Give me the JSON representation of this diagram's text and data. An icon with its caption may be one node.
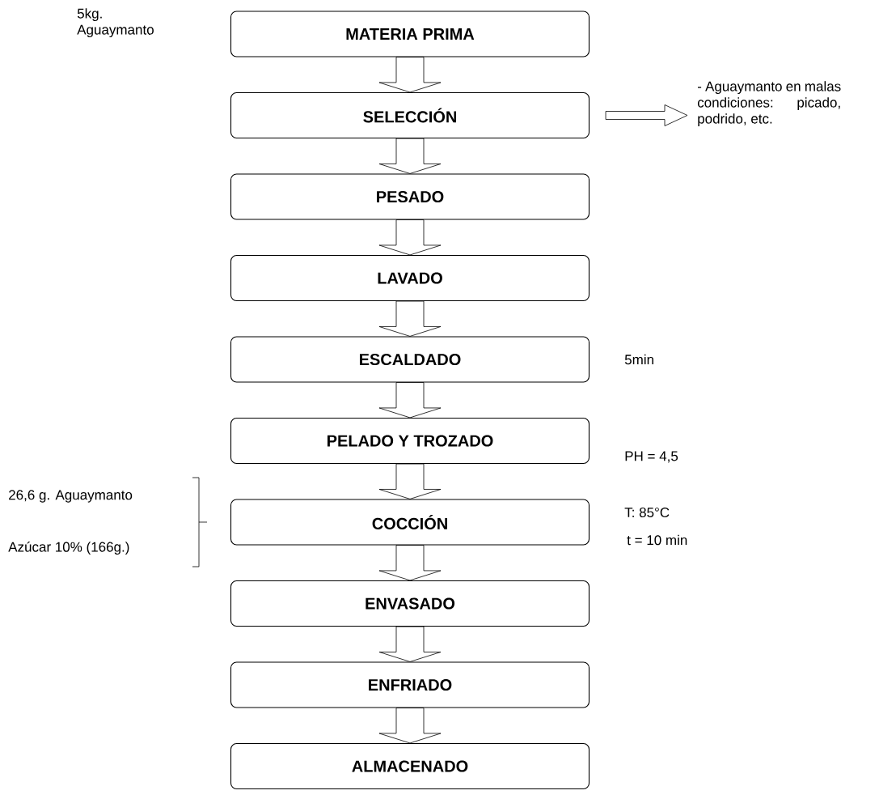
{
  "diagram": {
    "nodes": [
      {
        "text": [
          "MATERIA PRIMA"
        ]
      },
      {
        "text": [
          "SELECCIÓN"
        ]
      },
      {
        "text": [
          "PESADO"
        ]
      },
      {
        "text": [
          "LAVADO"
        ]
      },
      {
        "text": [
          "ESCALDADO"
        ],
        "beside": [
          "5min"
        ]
      },
      {
        "text": [
          "PELADO Y TROZADO"
        ],
        "beside": [
          "PH = 4,5"
        ]
      },
      {
        "text": [
          "COCCIÓN"
        ],
        "beside": [
          "T: 85°C",
          "t  = 10 min"
        ]
      },
      {
        "text": [
          "ENVASADO"
        ]
      },
      {
        "text": [
          "ENFRIADO"
        ]
      },
      {
        "text": [
          "ALMACENADO"
        ]
      },
      {
        "text": [
          "- Aguaymanto en malas condiciones: picado, podrido, etc."
        ]
      }
    ],
    "edges": [
      {
        "from": 0,
        "to": 1,
        "arrow": "to"
      },
      {
        "from": 1,
        "to": 2,
        "arrow": "to"
      },
      {
        "from": 2,
        "to": 3,
        "arrow": "to"
      },
      {
        "from": 3,
        "to": 4,
        "arrow": "to"
      },
      {
        "from": 4,
        "to": 5,
        "arrow": "to"
      },
      {
        "from": 5,
        "to": 6,
        "arrow": "to"
      },
      {
        "from": 6,
        "to": 7,
        "arrow": "to"
      },
      {
        "from": 7,
        "to": 8,
        "arrow": "to"
      },
      {
        "from": 8,
        "to": 9,
        "arrow": "to"
      },
      {
        "from": 1,
        "to": 10,
        "arrow": "to"
      }
    ],
    "labels": [
      "5kg. Aguaymanto",
      "26,6 g. Aguaymanto",
      "Azúcar 10% (166g.)"
    ]
  }
}
